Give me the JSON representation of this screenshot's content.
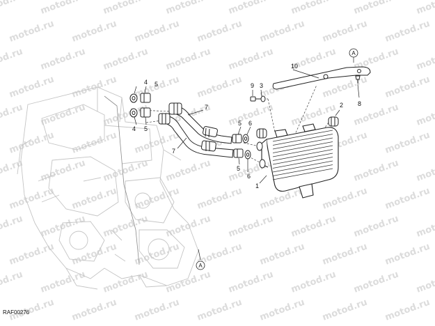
{
  "diagram": {
    "drawing_code": "RAF00276",
    "watermark_text": "motod.ru",
    "reference_marker": "A",
    "callouts": {
      "c1": "1",
      "c2": "2",
      "c3": "3",
      "c4a": "4",
      "c4b": "4",
      "c5a": "5",
      "c5b": "5",
      "c5c": "5",
      "c6a": "6",
      "c6b": "6",
      "c7a": "7",
      "c7b": "7",
      "c8": "8",
      "c9": "9",
      "c10": "10"
    }
  }
}
